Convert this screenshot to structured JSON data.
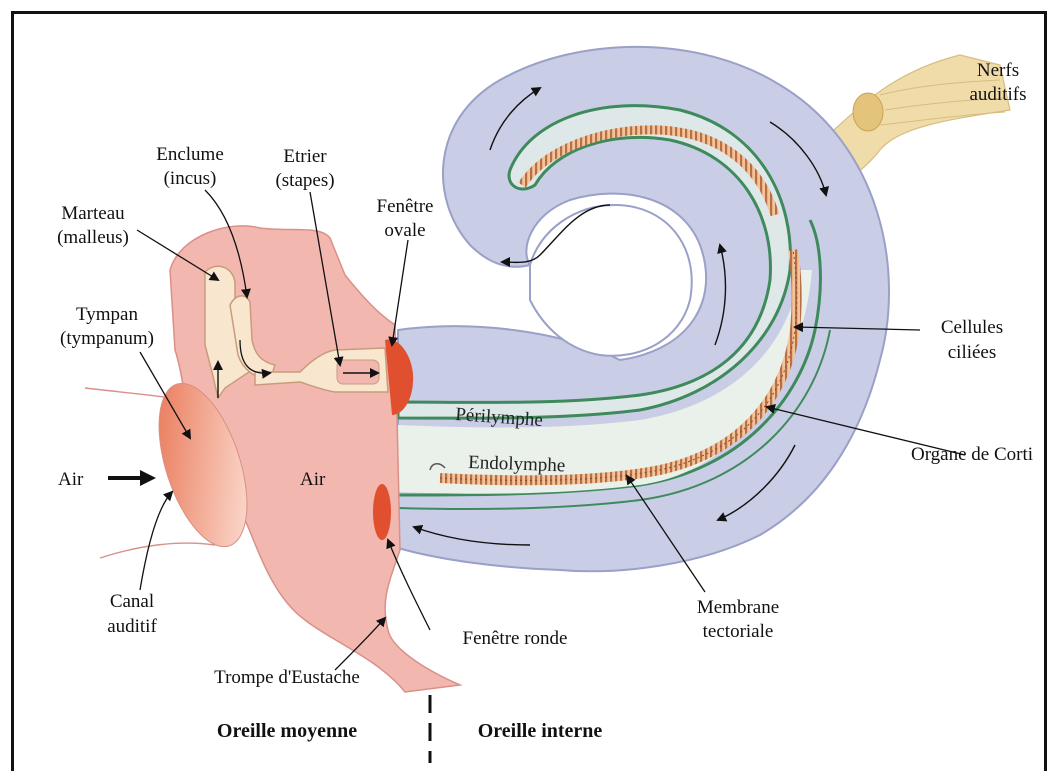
{
  "labels": {
    "nerfs_auditifs": [
      "Nerfs",
      "auditifs"
    ],
    "enclume": [
      "Enclume",
      "(incus)"
    ],
    "etrier": [
      "Etrier",
      "(stapes)"
    ],
    "marteau": [
      "Marteau",
      "(malleus)"
    ],
    "fenetre_ovale": [
      "Fenêtre",
      "ovale"
    ],
    "tympan": [
      "Tympan",
      "(tympanum)"
    ],
    "perilymphe": "Périlymphe",
    "endolymphe": "Endolymphe",
    "cellules_ciliees": [
      "Cellules",
      "ciliées"
    ],
    "organe_de_corti": "Organe de Corti",
    "air_outer": "Air",
    "air_middle": "Air",
    "canal_auditif": [
      "Canal",
      "auditif"
    ],
    "fenetre_ronde": "Fenêtre ronde",
    "membrane_tectoriale": [
      "Membrane",
      "tectoriale"
    ],
    "trompe_eustache": "Trompe d'Eustache",
    "oreille_moyenne": "Oreille moyenne",
    "oreille_interne": "Oreille interne"
  },
  "colors": {
    "middle_ear_pink": "#f2b8b0",
    "bone_cream": "#f8e6cf",
    "cochlea_blue": "#c9cde6",
    "membrane_green": "#3e8a5c",
    "corti_orange": "#d4784f",
    "nerve_yellow": "#f0dca8",
    "window_red": "#e0502e"
  }
}
